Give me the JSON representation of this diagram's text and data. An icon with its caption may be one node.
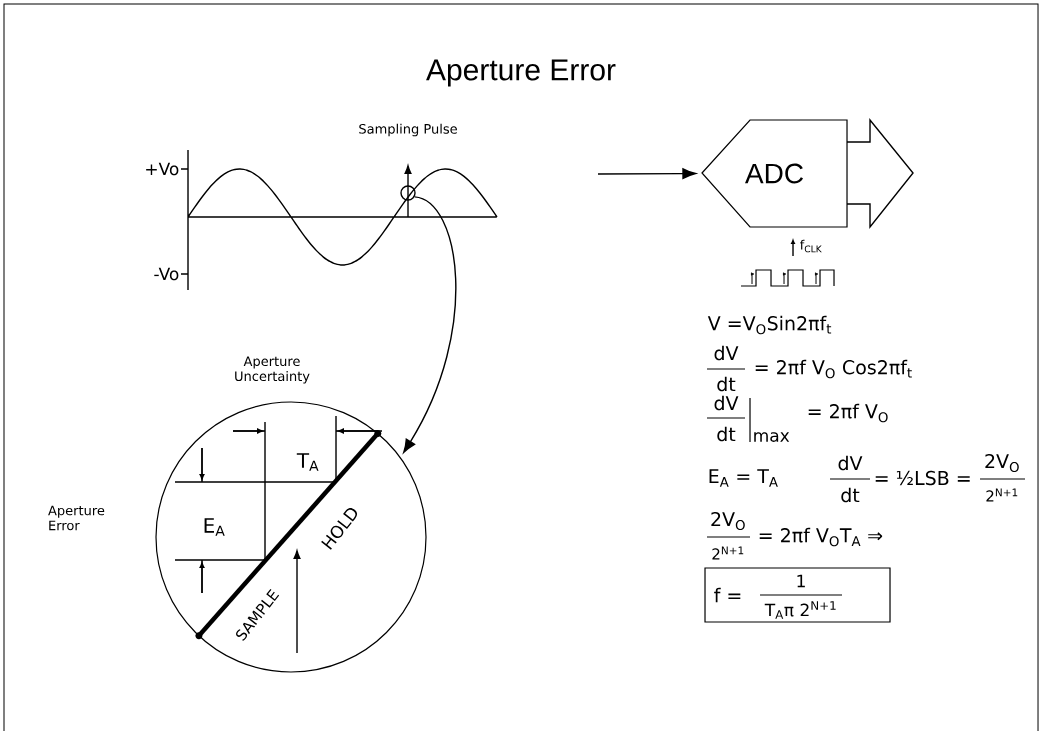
{
  "diagram": {
    "title": "Aperture Error",
    "nodes": [
      {
        "text": [],
        "shape": "circle"
      },
      {
        "text": [],
        "shape": "circle"
      },
      {
        "text": [
          "ADC"
        ]
      }
    ],
    "edges": [
      {
        "from": 0,
        "to": 1,
        "arrow": "to"
      },
      {
        "from": null,
        "to": 2,
        "arrow": "to"
      }
    ],
    "labels": [
      "Sampling Pulse",
      "+Vo",
      "-Vo",
      "f$_{CLK}$",
      "V =V$_{O}$Sin2πf$_{t}$",
      "Aperture Uncertainty",
      "dV",
      "dt",
      "= 2πf V$_{O}$ Cos2πf$_{t}$",
      "T$_{A}$",
      "dV",
      "dt",
      "max",
      "= 2πf V$_{O}$",
      "Aperture Error",
      "E$_{A}$",
      "E$_{A}$ = T$_{A}$",
      "dV",
      "dt",
      "= ½LSB =",
      "2V$_{O}$",
      "2$^{N+1}$",
      "HOLD",
      "2V$_{O}$",
      "2$^{N+1}$",
      "= 2πf V$_{O}$T$_{A}$ ⇒",
      "SAMPLE",
      "f =",
      "1",
      "T$_{A}$π 2$^{N+1}$"
    ]
  }
}
